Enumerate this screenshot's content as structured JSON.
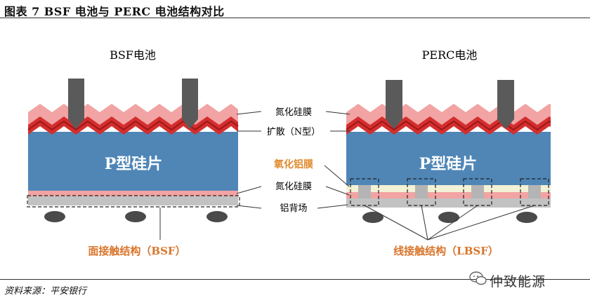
{
  "figure_title": "图表 7    BSF 电池与 PERC 电池结构对比",
  "bsf": {
    "title": "BSF电池",
    "body_label": "P型硅片",
    "contact_caption": "面接触结构（BSF）"
  },
  "perc": {
    "title": "PERC电池",
    "body_label": "P型硅片",
    "contact_caption": "线接触结构（LBSF）"
  },
  "callouts": {
    "sin_top": "氮化硅膜",
    "diffusion": "扩散（N型）",
    "alox": "氧化铝膜",
    "sin_back": "氮化硅膜",
    "al_back": "铝背场"
  },
  "source": "资料来源：平安银行",
  "watermark": "仲致能源",
  "colors": {
    "silicon": "#4f86b6",
    "pink_layer": "#f2a3a3",
    "red_layer": "#d42e2e",
    "dark_red": "#9e1818",
    "electrode": "#5a5a5a",
    "alox_text": "#e08a2e",
    "caption_text": "#d9752b"
  }
}
